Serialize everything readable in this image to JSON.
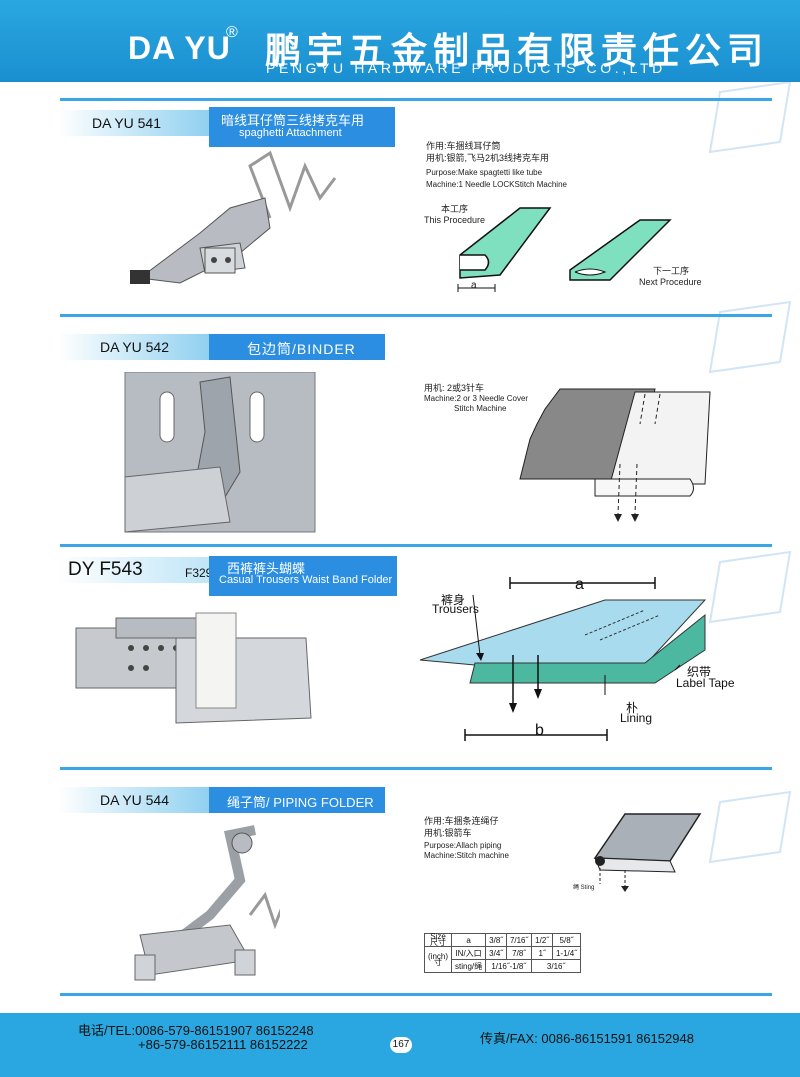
{
  "header": {
    "brand": "DA YU",
    "registered": "®",
    "company_cn": "鹏宇五金制品有限责任公司",
    "company_en": "PENGYU HARDWARE PRODUCTS CO.,LTD"
  },
  "products": [
    {
      "code": "DA YU 541",
      "name_cn": "暗线耳仔筒三线拷克车用",
      "name_en": "spaghetti Attachment",
      "spec": [
        "作用:车捆线耳仔筒",
        "用机:银箭,飞马2机3线拷克车用",
        "Purpose:Make spagtetti like tube",
        "Machine:1 Needle LOCKStitch Machine"
      ],
      "diagram": {
        "this_cn": "本工序",
        "this_en": "This Procedure",
        "next_cn": "下一工序",
        "next_en": "Next Procedure",
        "label_a": "a"
      }
    },
    {
      "code": "DA YU 542",
      "name": "包边筒/BINDER",
      "spec": [
        "用机: 2或3针车",
        "Machine:2 or 3 Needle Cover",
        "Stitch Machine"
      ]
    },
    {
      "code": "DY F543",
      "code_sub": "F329",
      "name_cn": "西裤裤头蝴蝶",
      "name_en": "Casual Trousers Waist Band Folder",
      "diagram": {
        "label_a": "a",
        "label_b": "b",
        "trousers_cn": "裤身",
        "trousers_en": "Trousers",
        "tape_cn": "织带",
        "tape_en": "Label Tape",
        "lining_cn": "朴",
        "lining_en": "Lining"
      }
    },
    {
      "code": "DA YU 544",
      "name": "绳子筒/ PIPING FOLDER",
      "spec": [
        "作用:车捆条连绳仔",
        "用机:银箭车",
        "Purpose:Allach piping",
        "Machine:Stitch machine"
      ],
      "diagram": {
        "sting_label": "绳 Sting"
      },
      "size_table": {
        "head_size": "Size",
        "head_size_cn": "尺寸",
        "head_inch": "(inch)",
        "head_inch_cn": "寸",
        "rows": [
          [
            "a",
            "3/8˝",
            "7/16˝",
            "1/2˝",
            "5/8˝"
          ],
          [
            "IN/入口",
            "3/4˝",
            "7/8˝",
            "1˝",
            "1-1/4˝"
          ],
          [
            "sting/绳",
            "1/16˝-1/8˝",
            "3/16˝"
          ]
        ]
      }
    }
  ],
  "footer": {
    "tel_line1": "电话/TEL:0086-579-86151907  86152248",
    "tel_line2": "+86-579-86152111    86152222",
    "fax": "传真/FAX:  0086-86151591  86152948",
    "page": "167"
  },
  "colors": {
    "header_blue": "#2aa7e0",
    "tag_blue": "#2b8ee0",
    "diagram_green": "#7fe0c0"
  }
}
